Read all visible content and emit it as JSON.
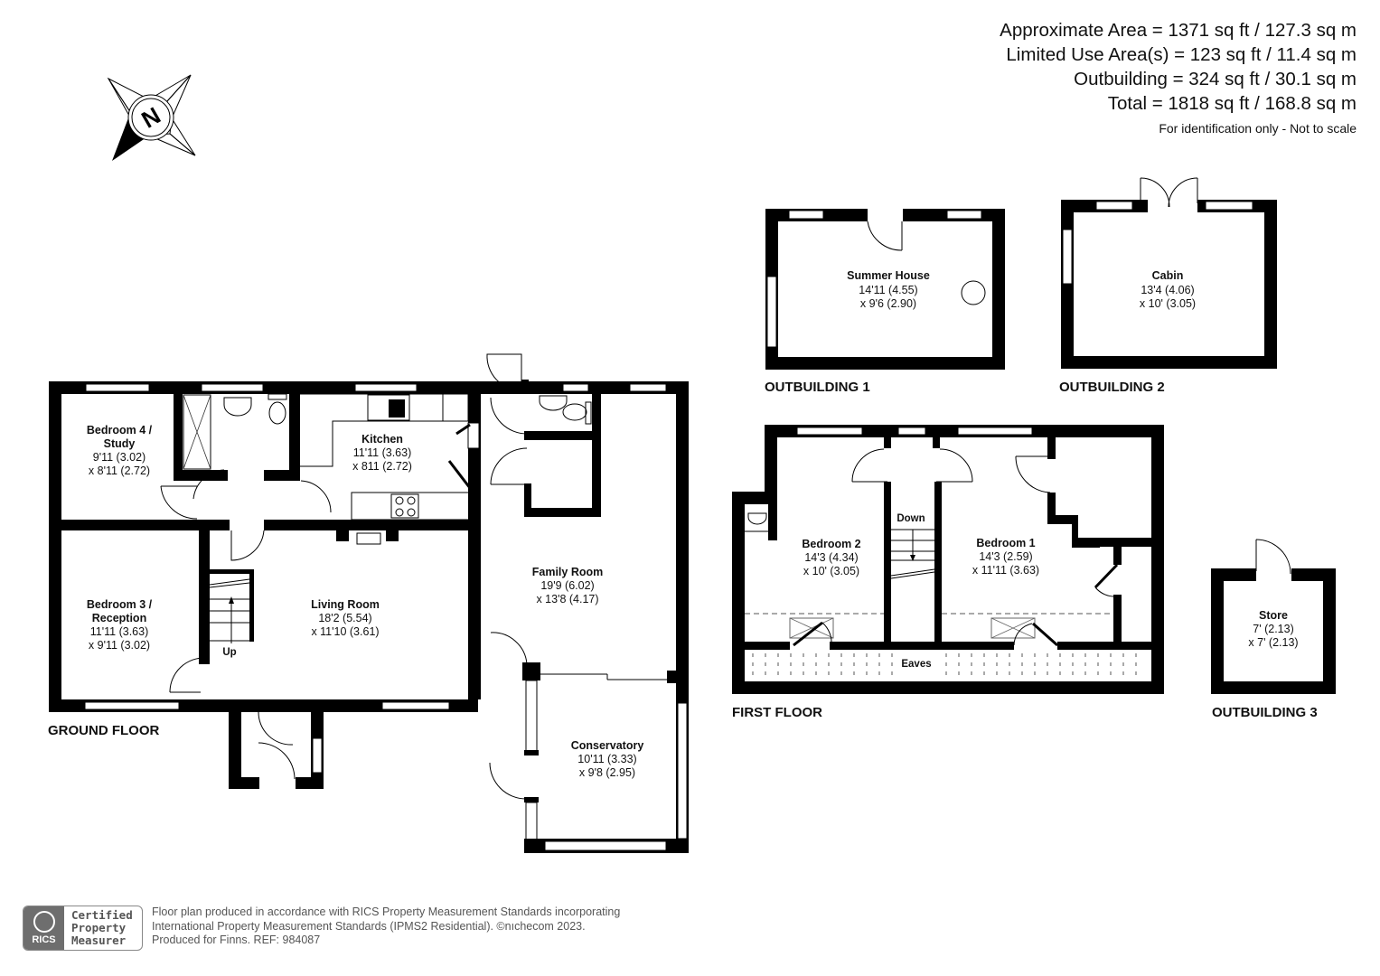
{
  "areas": {
    "lines": [
      "Approximate Area = 1371 sq ft / 127.3 sq m",
      "Limited Use Area(s) = 123 sq ft / 11.4 sq m",
      "Outbuilding = 324 sq ft / 30.1 sq m",
      "Total = 1818 sq ft / 168.8 sq m"
    ],
    "note": "For identification only - Not to scale"
  },
  "compass": {
    "label": "N"
  },
  "ground_floor": {
    "label": "GROUND FLOOR",
    "rooms": [
      {
        "name_lines": [
          "Bedroom 4 /",
          "Study"
        ],
        "dims": [
          "9'11 (3.02)",
          "x 8'11 (2.72)"
        ]
      },
      {
        "name_lines": [
          "Kitchen"
        ],
        "dims": [
          "11'11 (3.63)",
          "x 811 (2.72)"
        ]
      },
      {
        "name_lines": [
          "Bedroom 3 /",
          "Reception"
        ],
        "dims": [
          "11'11 (3.63)",
          "x 9'11 (3.02)"
        ]
      },
      {
        "name_lines": [
          "Living Room"
        ],
        "dims": [
          "18'2 (5.54)",
          "x 11'10 (3.61)"
        ]
      },
      {
        "name_lines": [
          "Family Room"
        ],
        "dims": [
          "19'9 (6.02)",
          "x 13'8 (4.17)"
        ]
      },
      {
        "name_lines": [
          "Conservatory"
        ],
        "dims": [
          "10'11 (3.33)",
          "x 9'8 (2.95)"
        ]
      }
    ],
    "stairs_label": "Up"
  },
  "first_floor": {
    "label": "FIRST FLOOR",
    "rooms": [
      {
        "name_lines": [
          "Bedroom 2"
        ],
        "dims": [
          "14'3 (4.34)",
          "x 10' (3.05)"
        ]
      },
      {
        "name_lines": [
          "Bedroom 1"
        ],
        "dims": [
          "14'3 (2.59)",
          "x 11'11 (3.63)"
        ]
      }
    ],
    "stairs_label": "Down",
    "eaves_label": "Eaves"
  },
  "outbuildings": [
    {
      "label": "OUTBUILDING 1",
      "room": {
        "name_lines": [
          "Summer House"
        ],
        "dims": [
          "14'11 (4.55)",
          "x 9'6 (2.90)"
        ]
      }
    },
    {
      "label": "OUTBUILDING 2",
      "room": {
        "name_lines": [
          "Cabin"
        ],
        "dims": [
          "13'4 (4.06)",
          "x 10' (3.05)"
        ]
      }
    },
    {
      "label": "OUTBUILDING 3",
      "room": {
        "name_lines": [
          "Store"
        ],
        "dims": [
          "7' (2.13)",
          "x 7' (2.13)"
        ]
      }
    }
  ],
  "footer": {
    "rics_logo_text": "RICS",
    "badge_lines": [
      "Certified",
      "Property",
      "Measurer"
    ],
    "text_lines": [
      "Floor plan produced in accordance with RICS Property Measurement Standards incorporating",
      "International Property Measurement Standards (IPMS2 Residential).   ©nıchecom 2023.",
      "Produced for Finns.   REF: 984087"
    ]
  },
  "colors": {
    "wall": "#000000",
    "background": "#ffffff",
    "footer_text": "#555555",
    "rics_grey": "#6e6e6e"
  }
}
